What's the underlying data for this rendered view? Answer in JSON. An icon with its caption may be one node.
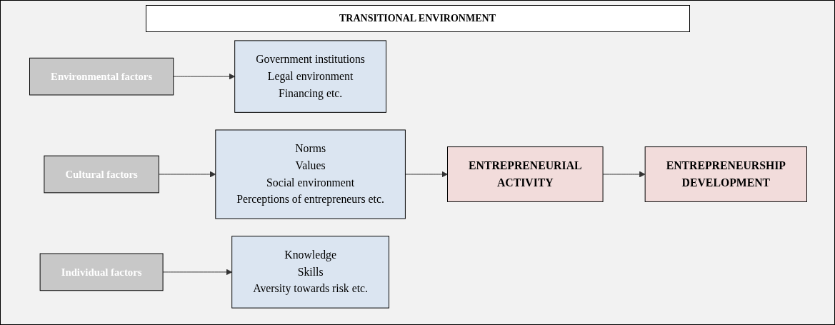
{
  "diagram": {
    "title": "TRANSITIONAL ENVIRONMENT",
    "nodes": [
      {
        "text": [
          "Environmental factors"
        ]
      },
      {
        "text": [
          "Government institutions",
          "Legal environment",
          "Financing etc."
        ]
      },
      {
        "text": [
          "Cultural factors"
        ]
      },
      {
        "text": [
          "Norms",
          "Values",
          "Social environment",
          "Perceptions of entrepreneurs etc."
        ]
      },
      {
        "text": [
          "Individual factors"
        ]
      },
      {
        "text": [
          "Knowledge",
          "Skills",
          "Aversity towards risk etc."
        ]
      },
      {
        "text": [
          "ENTREPRENEURIAL",
          "ACTIVITY"
        ]
      },
      {
        "text": [
          "ENTREPRENEURSHIP",
          "DEVELOPMENT"
        ]
      }
    ],
    "edges": [
      {
        "from": 0,
        "to": 1,
        "arrow": "to"
      },
      {
        "from": 2,
        "to": 3,
        "arrow": "to"
      },
      {
        "from": 4,
        "to": 5,
        "arrow": "to"
      },
      {
        "from": 3,
        "to": 6,
        "arrow": "to"
      },
      {
        "from": 6,
        "to": 7,
        "arrow": "to"
      }
    ]
  }
}
